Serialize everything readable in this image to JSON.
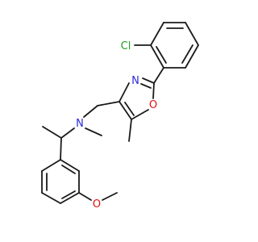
{
  "molecule": {
    "atoms": {
      "chlorine": {
        "label": "Cl",
        "color": "#1fa01f"
      },
      "oxazole_n": {
        "label": "N",
        "color": "#2b2bd8"
      },
      "oxazole_o": {
        "label": "O",
        "color": "#e01010"
      },
      "amine_n": {
        "label": "N",
        "color": "#2b2bd8"
      },
      "methoxy_o": {
        "label": "O",
        "color": "#e01010"
      }
    },
    "bond_color": "#1a1a1a"
  }
}
